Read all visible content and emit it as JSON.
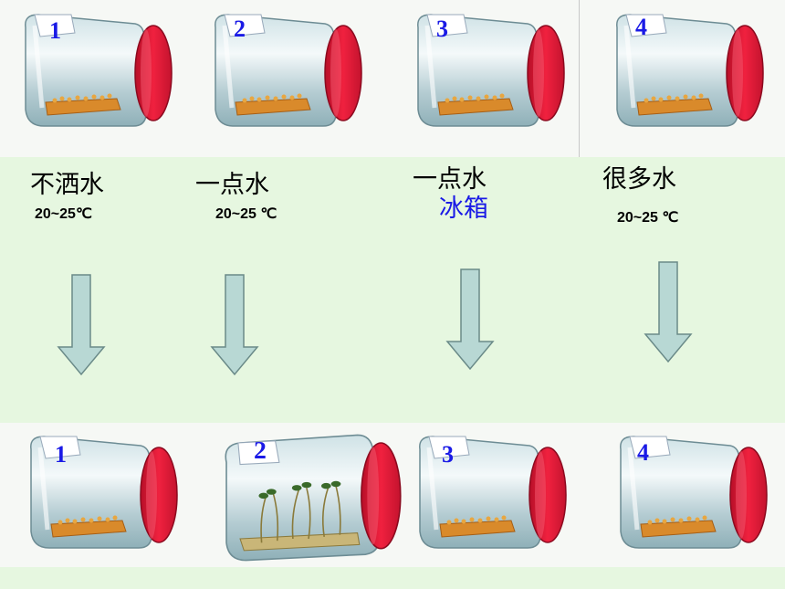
{
  "before_jars": [
    {
      "number": "1"
    },
    {
      "number": "2"
    },
    {
      "number": "3"
    },
    {
      "number": "4"
    }
  ],
  "conditions": [
    {
      "water": "不洒水",
      "temperature": "20~25℃",
      "place": ""
    },
    {
      "water": "一点水",
      "temperature": "20~25 ℃",
      "place": ""
    },
    {
      "water": "一点水",
      "temperature": "",
      "place": "冰箱"
    },
    {
      "water": "很多水",
      "temperature": "20~25 ℃",
      "place": ""
    }
  ],
  "after_jars": [
    {
      "number": "1",
      "sprouted": false
    },
    {
      "number": "2",
      "sprouted": true
    },
    {
      "number": "3",
      "sprouted": false
    },
    {
      "number": "4",
      "sprouted": false
    }
  ],
  "colors": {
    "background": "#e6f7e0",
    "arrow_fill": "#b8d8d4",
    "arrow_stroke": "#6a8a88",
    "lid": "#e8193a",
    "number": "#1a1ae6",
    "place_text": "#1a1ae6"
  }
}
